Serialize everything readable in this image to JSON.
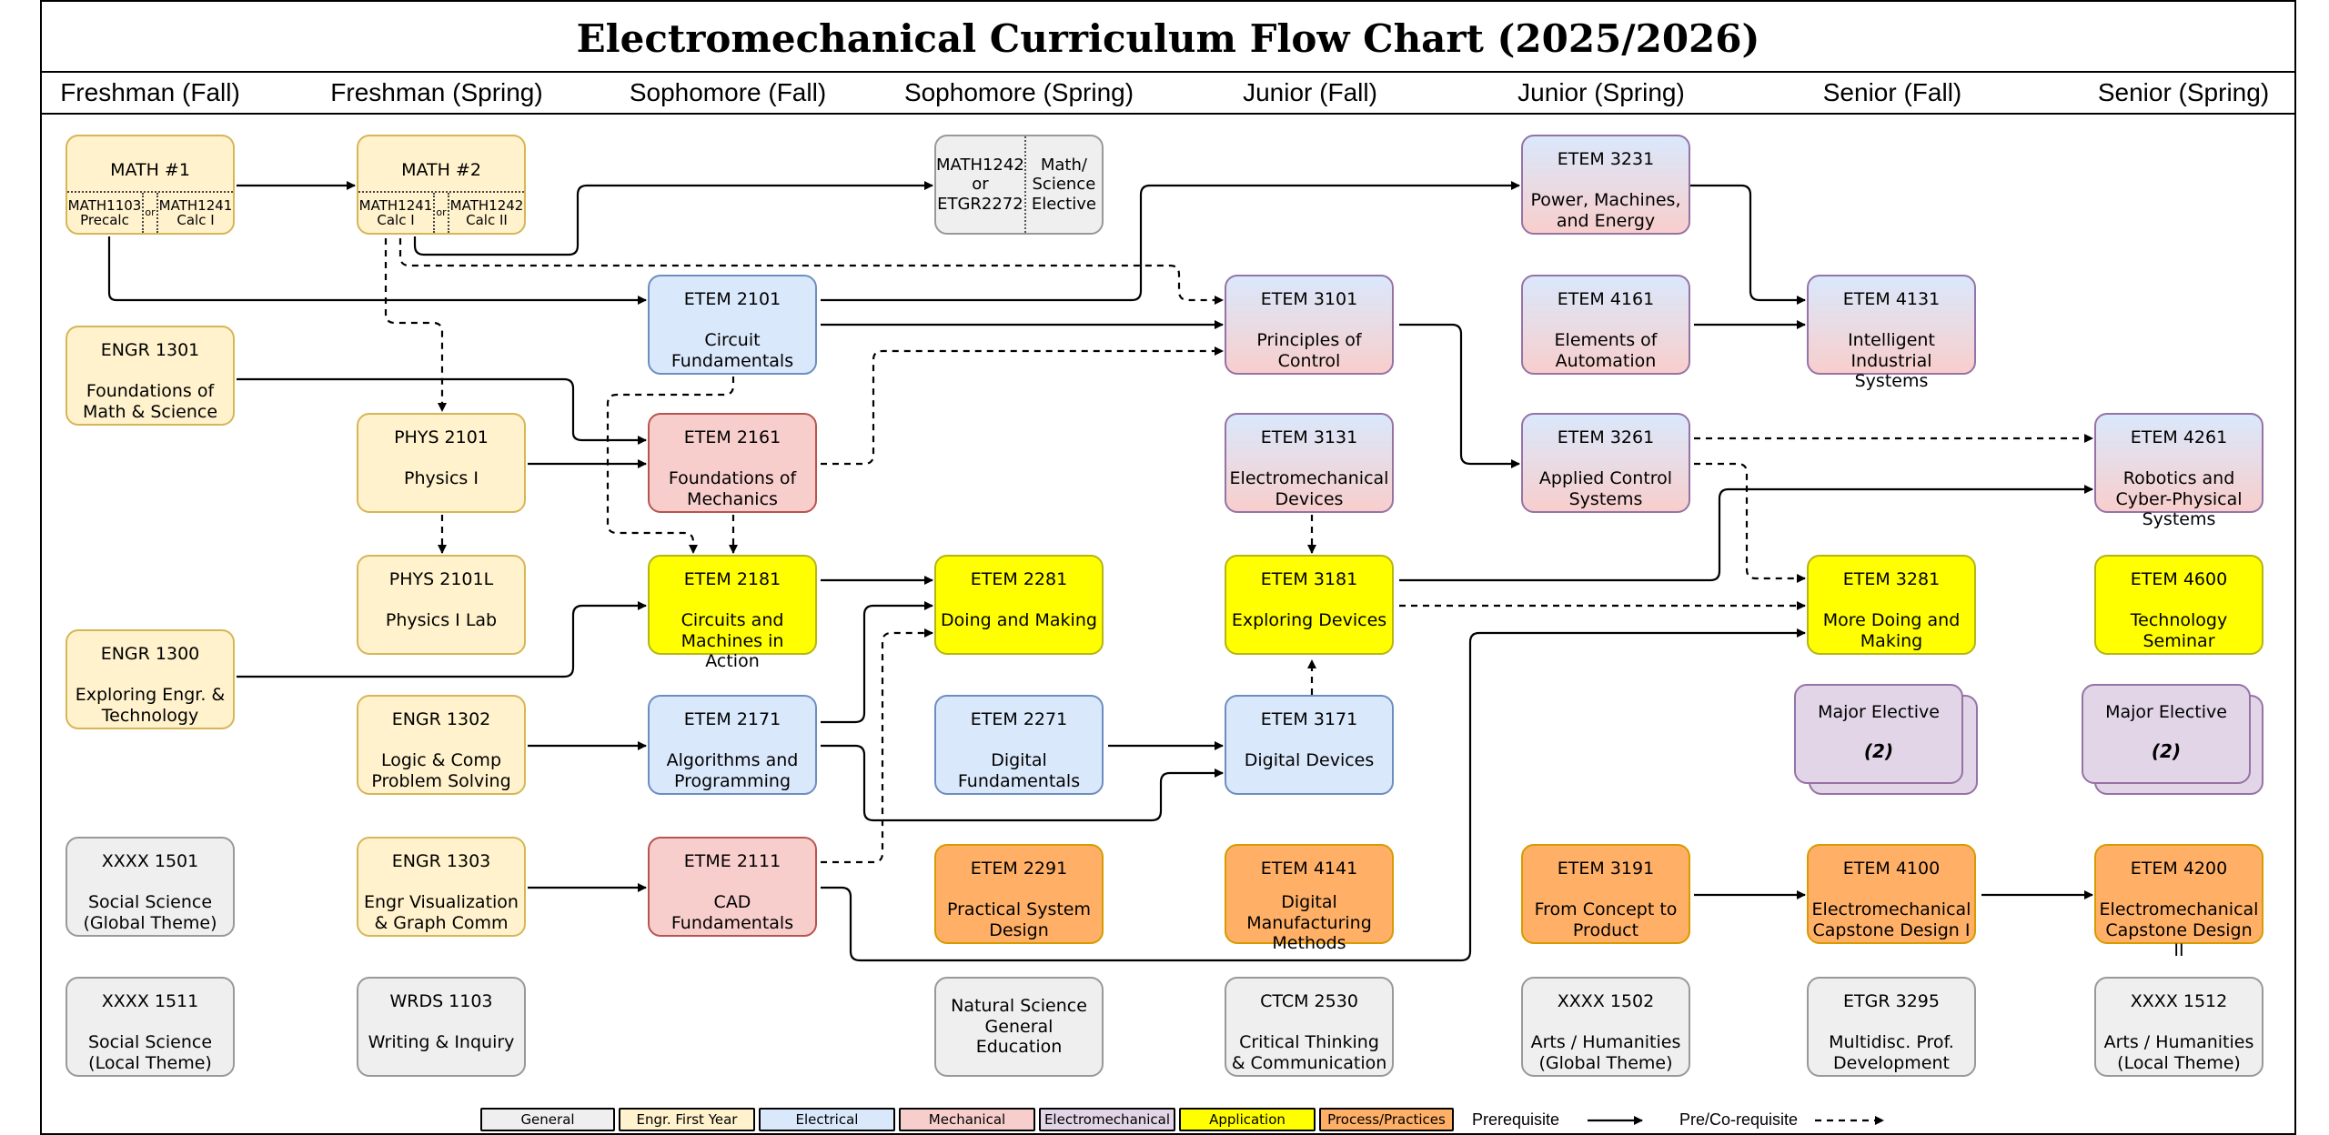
{
  "title": "Electromechanical Curriculum Flow Chart (2025/2026)",
  "semesters": [
    "Freshman (Fall)",
    "Freshman (Spring)",
    "Sophomore (Fall)",
    "Sophomore (Spring)",
    "Junior (Fall)",
    "Junior (Spring)",
    "Senior (Fall)",
    "Senior (Spring)"
  ],
  "courses": {
    "math1": {
      "code": "MATH #1",
      "opt1": "MATH1103",
      "opt1b": "Precalc",
      "or": "or",
      "opt2": "MATH1241",
      "opt2b": "Calc I"
    },
    "math2": {
      "code": "MATH #2",
      "opt1": "MATH1241",
      "opt1b": "Calc I",
      "or": "or",
      "opt2": "MATH1242",
      "opt2b": "Calc II"
    },
    "math_elective": {
      "left": "MATH1242 or ETGR2272",
      "right": "Math/ Science Elective"
    },
    "engr1301": {
      "code": "ENGR 1301",
      "name": "Foundations of Math & Science"
    },
    "engr1300": {
      "code": "ENGR 1300",
      "name": "Exploring Engr. & Technology"
    },
    "xxxx1501": {
      "code": "XXXX 1501",
      "name": "Social Science (Global Theme)"
    },
    "xxxx1511": {
      "code": "XXXX 1511",
      "name": "Social Science (Local Theme)"
    },
    "phys2101": {
      "code": "PHYS 2101",
      "name": "Physics I"
    },
    "phys2101l": {
      "code": "PHYS 2101L",
      "name": "Physics I Lab"
    },
    "engr1302": {
      "code": "ENGR 1302",
      "name": "Logic & Comp Problem Solving"
    },
    "engr1303": {
      "code": "ENGR 1303",
      "name": "Engr Visualization & Graph Comm"
    },
    "wrds1103": {
      "code": "WRDS 1103",
      "name": "Writing & Inquiry"
    },
    "etem2101": {
      "code": "ETEM 2101",
      "name": "Circuit Fundamentals"
    },
    "etem2161": {
      "code": "ETEM 2161",
      "name": "Foundations of Mechanics"
    },
    "etem2181": {
      "code": "ETEM 2181",
      "name": "Circuits and Machines in Action"
    },
    "etem2171": {
      "code": "ETEM 2171",
      "name": "Algorithms and Programming"
    },
    "etme2111": {
      "code": "ETME 2111",
      "name": "CAD Fundamentals"
    },
    "etem2281": {
      "code": "ETEM 2281",
      "name": "Doing and Making"
    },
    "etem2271": {
      "code": "ETEM 2271",
      "name": "Digital Fundamentals"
    },
    "etem2291": {
      "code": "ETEM 2291",
      "name": "Practical System Design"
    },
    "natsci": {
      "code": "",
      "name": "Natural Science General Education"
    },
    "etem3101": {
      "code": "ETEM 3101",
      "name": "Principles of Control"
    },
    "etem3131": {
      "code": "ETEM 3131",
      "name": "Electromechanical Devices"
    },
    "etem3181": {
      "code": "ETEM 3181",
      "name": "Exploring Devices"
    },
    "etem3171": {
      "code": "ETEM 3171",
      "name": "Digital Devices"
    },
    "etem4141": {
      "code": "ETEM 4141",
      "name": "Digital Manufacturing Methods"
    },
    "ctcm2530": {
      "code": "CTCM 2530",
      "name": "Critical Thinking & Communication"
    },
    "etem3231": {
      "code": "ETEM 3231",
      "name": "Power, Machines, and Energy"
    },
    "etem4161": {
      "code": "ETEM 4161",
      "name": "Elements of Automation"
    },
    "etem3261": {
      "code": "ETEM 3261",
      "name": "Applied Control Systems"
    },
    "etem3191": {
      "code": "ETEM 3191",
      "name": "From Concept to Product"
    },
    "xxxx1502": {
      "code": "XXXX 1502",
      "name": "Arts / Humanities (Global Theme)"
    },
    "etem4131": {
      "code": "ETEM 4131",
      "name": "Intelligent Industrial Systems"
    },
    "etem3281": {
      "code": "ETEM 3281",
      "name": "More Doing and Making"
    },
    "major_elective_fall": {
      "code": "Major Elective",
      "count": "(2)"
    },
    "etem4100": {
      "code": "ETEM 4100",
      "name": "Electromechanical Capstone Design I"
    },
    "etgr3295": {
      "code": "ETGR 3295",
      "name": "Multidisc. Prof. Development"
    },
    "etem4261": {
      "code": "ETEM 4261",
      "name": "Robotics and Cyber-Physical Systems"
    },
    "etem4600": {
      "code": "ETEM 4600",
      "name": "Technology Seminar"
    },
    "major_elective_spring": {
      "code": "Major Elective",
      "count": "(2)"
    },
    "etem4200": {
      "code": "ETEM 4200",
      "name": "Electromechanical Capstone Design II"
    },
    "xxxx1512": {
      "code": "XXXX 1512",
      "name": "Arts / Humanities (Local Theme)"
    }
  },
  "legend": {
    "general": "General",
    "first_year": "Engr. First Year",
    "electrical": "Electrical",
    "mechanical": "Mechanical",
    "electromechanical": "Electromechanical",
    "application": "Application",
    "process": "Process/Practices",
    "prerequisite": "Prerequisite",
    "corequisite": "Pre/Co-requisite"
  },
  "colors": {
    "general": "#efefef",
    "first_year": "#fff2cc",
    "electrical": "#dae8fc",
    "mechanical": "#f8cecc",
    "electromechanical": "#e1d5e7",
    "application": "#ffff00",
    "process": "#ffb066"
  }
}
